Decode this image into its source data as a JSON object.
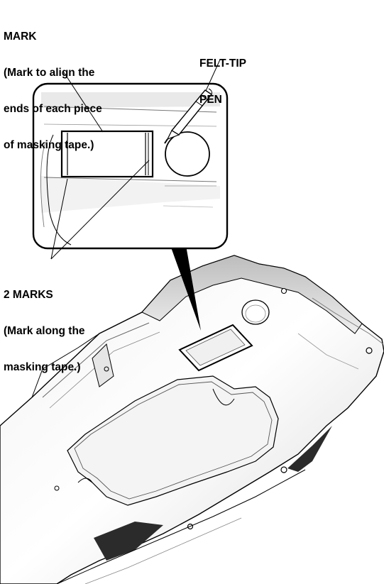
{
  "callouts": {
    "mark": {
      "title": "MARK",
      "desc_line1": "(Mark to align the",
      "desc_line2": "ends of each piece",
      "desc_line3": "of masking tape.)"
    },
    "felt_tip_pen": {
      "line1": "FELT-TIP",
      "line2": "PEN"
    },
    "two_marks": {
      "title": "2 MARKS",
      "desc_line1": "(Mark along the",
      "desc_line2": "masking tape.)"
    }
  }
}
